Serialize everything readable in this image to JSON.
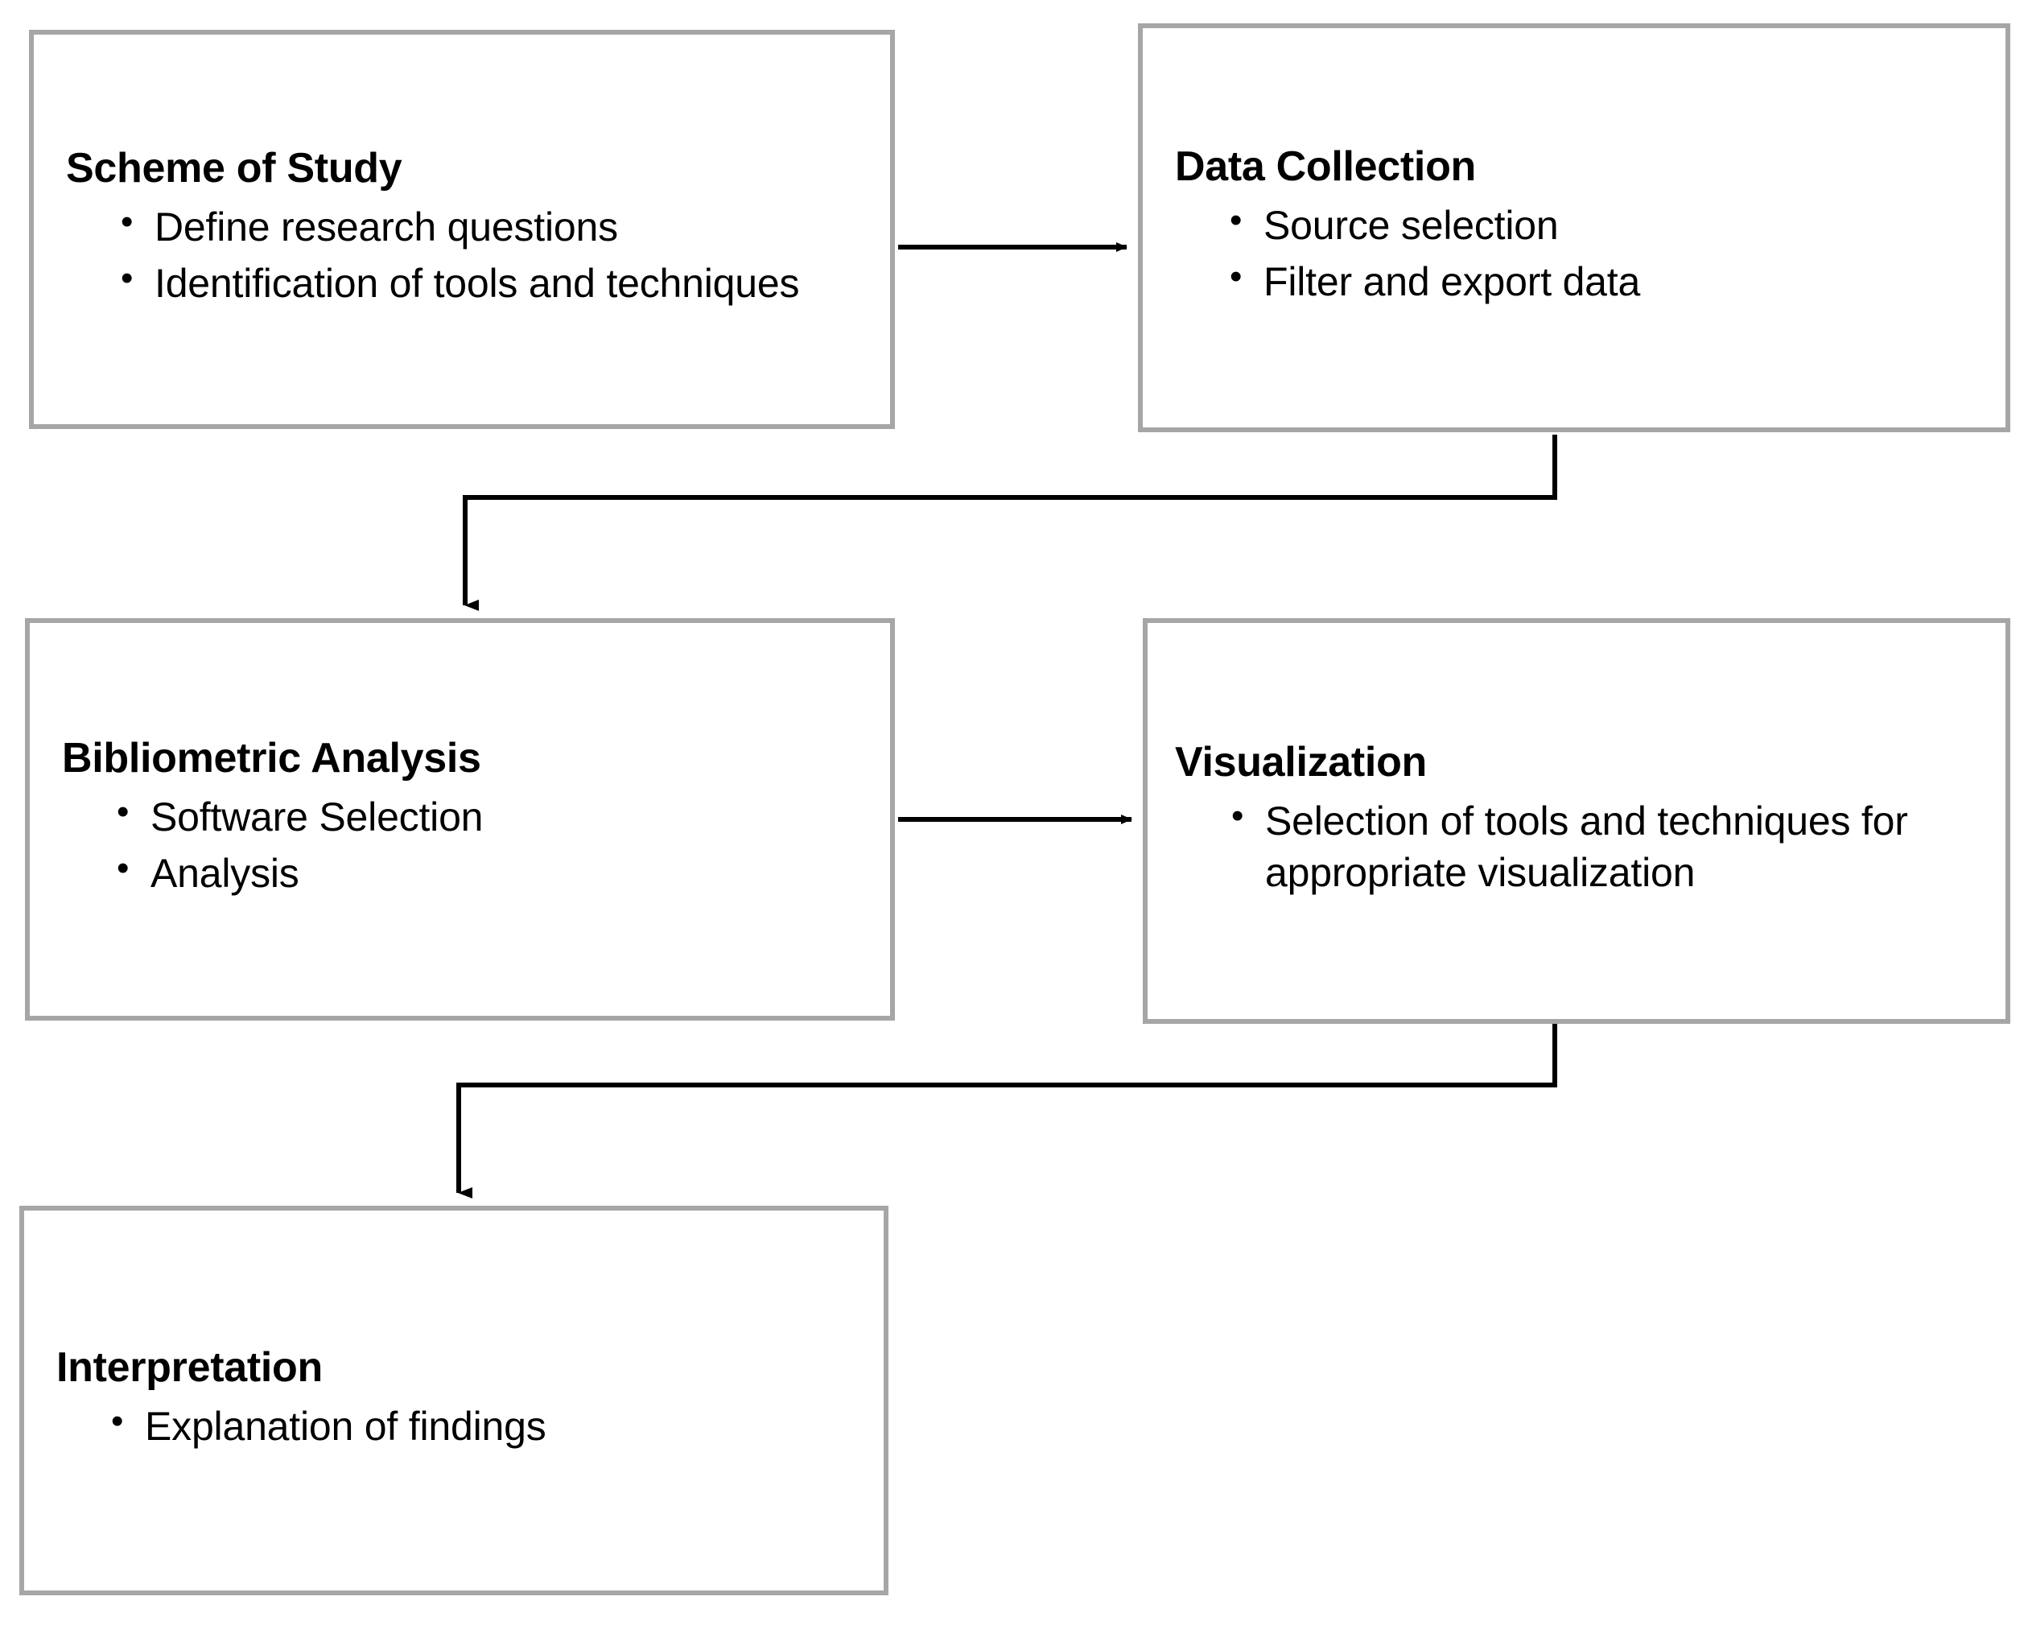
{
  "diagram": {
    "type": "flowchart",
    "orientation": "zigzag-vertical",
    "box_border_color": "#a6a6a6",
    "connector_color": "#000000",
    "background_color": "#ffffff",
    "nodes": [
      {
        "id": "scheme-of-study",
        "title": "Scheme of Study",
        "bullets": [
          "Define research questions",
          "Identification of tools and techniques"
        ]
      },
      {
        "id": "data-collection",
        "title": "Data Collection",
        "bullets": [
          "Source selection",
          "Filter and export data"
        ]
      },
      {
        "id": "bibliometric-analysis",
        "title": "Bibliometric Analysis",
        "bullets": [
          "Software Selection",
          "Analysis"
        ]
      },
      {
        "id": "visualization",
        "title": "Visualization",
        "bullets": [
          "Selection of tools and techniques for appropriate visualization"
        ]
      },
      {
        "id": "interpretation",
        "title": "Interpretation",
        "bullets": [
          "Explanation of findings"
        ]
      }
    ],
    "edges": [
      {
        "id": "edge-1",
        "from": "scheme-of-study",
        "to": "data-collection",
        "shape": "straight-right"
      },
      {
        "id": "edge-2",
        "from": "data-collection",
        "to": "bibliometric-analysis",
        "shape": "elbow-down-left"
      },
      {
        "id": "edge-3",
        "from": "bibliometric-analysis",
        "to": "visualization",
        "shape": "straight-right"
      },
      {
        "id": "edge-4",
        "from": "visualization",
        "to": "interpretation",
        "shape": "elbow-down-left"
      }
    ]
  }
}
